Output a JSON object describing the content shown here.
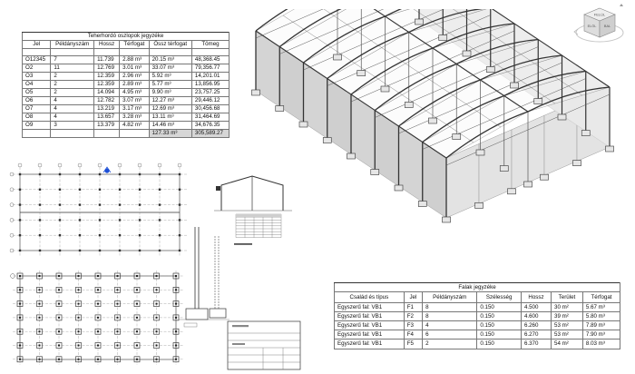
{
  "columns_schedule": {
    "title": "Teherhordó oszlopok jegyzéke",
    "headers": [
      "Jel",
      "Példányszám",
      "Hossz",
      "Térfogat",
      "Össz térfogat",
      "Tömeg"
    ],
    "rows": [
      [
        "O12345",
        "7",
        "11.739",
        "2.88 m³",
        "20.15 m³",
        "48,368.45"
      ],
      [
        "O2",
        "11",
        "12.769",
        "3.01 m³",
        "33.07 m³",
        "79,356.77"
      ],
      [
        "O3",
        "2",
        "12.359",
        "2.96 m³",
        "5.92 m³",
        "14,201.01"
      ],
      [
        "O4",
        "2",
        "12.359",
        "2.89 m³",
        "5.77 m³",
        "13,856.95"
      ],
      [
        "O5",
        "2",
        "14.094",
        "4.95 m³",
        "9.90 m³",
        "23,757.25"
      ],
      [
        "O6",
        "4",
        "12.782",
        "3.07 m³",
        "12.27 m³",
        "29,446.12"
      ],
      [
        "O7",
        "4",
        "13.219",
        "3.17 m³",
        "12.69 m³",
        "30,456.68"
      ],
      [
        "O8",
        "4",
        "13.657",
        "3.28 m³",
        "13.11 m³",
        "31,464.69"
      ],
      [
        "O9",
        "3",
        "13.379",
        "4.82 m³",
        "14.46 m³",
        "34,676.35"
      ]
    ],
    "total_volume": "127.33 m³",
    "total_weight": "305,589.27"
  },
  "walls_schedule": {
    "title": "Falak jegyzéke",
    "headers": [
      "Család és típus",
      "Jel",
      "Példányszám",
      "Szélesség",
      "Hossz",
      "Terület",
      "Térfogat"
    ],
    "rows": [
      [
        "Egyszerű fal: VB1",
        "F1",
        "8",
        "0.150",
        "4.500",
        "30 m²",
        "5.67 m³"
      ],
      [
        "Egyszerű fal: VB1",
        "F2",
        "8",
        "0.150",
        "4.600",
        "39 m²",
        "5.80 m³"
      ],
      [
        "Egyszerű fal: VB1",
        "F3",
        "4",
        "0.150",
        "6.260",
        "53 m²",
        "7.89 m³"
      ],
      [
        "Egyszerű fal: VB1",
        "F4",
        "6",
        "0.150",
        "6.270",
        "53 m²",
        "7.90 m³"
      ],
      [
        "Egyszerű fal: VB1",
        "F5",
        "2",
        "0.150",
        "6.370",
        "54 m²",
        "8.03 m³"
      ]
    ]
  },
  "view_cube": {
    "labels": [
      "FELÜL",
      "ELÖL",
      "BAL"
    ]
  },
  "colors": {
    "line": "#333333",
    "light_line": "#9a9a9a",
    "wall_fill": "#d4d4d4",
    "roof_fill": "#f7f7f7",
    "total_fill": "#d6d6d6",
    "marker_blue": "#1d4fd6"
  }
}
